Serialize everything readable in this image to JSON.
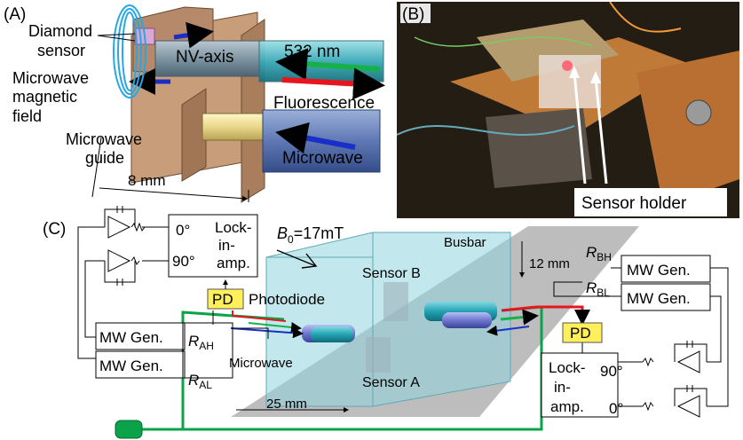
{
  "panelA": {
    "tag": "(A)",
    "labels": {
      "diamond_line1": "Diamond",
      "diamond_line2": "sensor",
      "nv_axis": "NV-axis",
      "laser": "532 nm",
      "fluorescence": "Fluorescence",
      "mw_field_line1": "Microwave",
      "mw_field_line2": "magnetic",
      "mw_field_line3": "field",
      "guide_line1": "Microwave",
      "guide_line2": "guide",
      "microwave": "Microwave",
      "scale": "8 mm"
    }
  },
  "panelB": {
    "tag": "(B)",
    "sensor_holder": "Sensor holder"
  },
  "panelC": {
    "tag": "(C)",
    "phase_0": "0°",
    "phase_90": "90°",
    "lockin_line1": "Lock-",
    "lockin_line2": "in-",
    "lockin_line3": "amp.",
    "field_b": "B",
    "field_sub": "0",
    "field_val": "=17mT",
    "pd": "PD",
    "photodiode": "Photodiode",
    "mw_gen": "MW Gen.",
    "r": "R",
    "r_ah_sub": "AH",
    "r_al_sub": "AL",
    "r_bh_sub": "BH",
    "r_bl_sub": "BL",
    "microwave": "Microwave",
    "busbar": "Busbar",
    "busbar_thickness": "12 mm",
    "sensor_a": "Sensor A",
    "sensor_b": "Sensor B",
    "busbar_width": "25 mm"
  },
  "colors": {
    "laser_green": "#17b14a",
    "fluorescence_red": "#e8141e",
    "microwave_blue": "#1a2fc7",
    "fiber_green": "#0aa34a",
    "pd_yellow": "#ffef5a",
    "busbar_gray": "#b8b8b8",
    "block_cyan": "#8fd3df",
    "wood": "#b58a68"
  }
}
